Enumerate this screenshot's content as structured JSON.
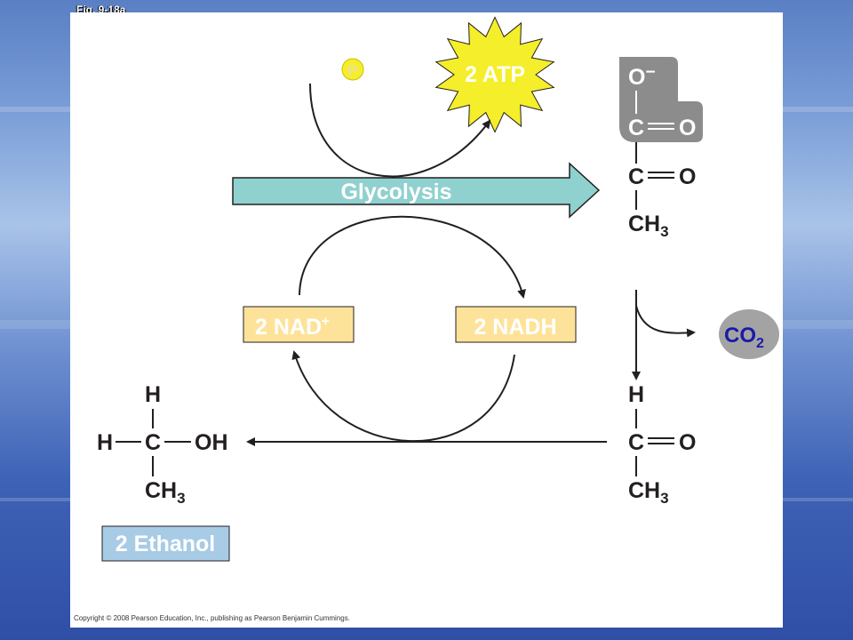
{
  "figure_label": "Fig. 9-18a",
  "phosphate_label": "P",
  "atp_label": "2 ATP",
  "glycolysis_label": "Glycolysis",
  "nad_label": "2 NAD",
  "nad_superscript": "+",
  "nadh_label": "2 NADH",
  "co2_label": "CO",
  "co2_subscript": "2",
  "ethanol_label": "2 Ethanol",
  "pyruvate": {
    "o_minus": "O",
    "minus_sign": "−",
    "c1": "C",
    "o1": "O",
    "c2": "C",
    "o2": "O",
    "ch": "CH",
    "sub3": "3"
  },
  "acetaldehyde": {
    "h": "H",
    "c": "C",
    "o": "O",
    "ch": "CH",
    "sub3": "3"
  },
  "ethanol": {
    "h_top": "H",
    "h_left": "H",
    "c": "C",
    "oh": "OH",
    "ch": "CH",
    "sub3": "3"
  },
  "copyright": "Copyright © 2008 Pearson Education, Inc., publishing as Pearson Benjamin Cummings.",
  "colors": {
    "atp_burst": "#f5ee2a",
    "glycolysis_arrow": "#8fd1cf",
    "nad_box": "#fde39a",
    "highlight_gray": "#8c8c8c",
    "co2_ellipse": "#a3a3a3",
    "co2_text": "#1a1aa8",
    "ethanol_box": "#a8cbe6"
  }
}
